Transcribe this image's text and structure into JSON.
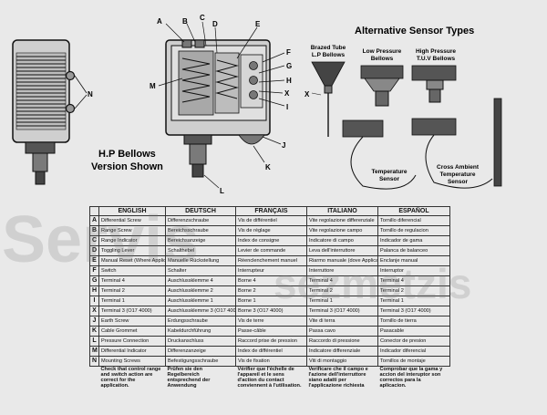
{
  "main_caption": [
    "H.P Bellows",
    "Version Shown"
  ],
  "alt_title": "Alternative Sensor Types",
  "sensor_labels": {
    "brazed": [
      "Brazed Tube",
      "L.P Bellows"
    ],
    "low": [
      "Low Pressure",
      "Bellows"
    ],
    "high": [
      "High Pressure",
      "T.U.V Bellows"
    ],
    "temp": [
      "Temperature",
      "Sensor"
    ],
    "cross": [
      "Cross Ambient",
      "Temperature",
      "Sensor"
    ]
  },
  "callouts": [
    "A",
    "B",
    "C",
    "D",
    "E",
    "F",
    "G",
    "H",
    "X",
    "I",
    "J",
    "K",
    "L",
    "M",
    "N"
  ],
  "watermark": [
    "Servis",
    "sezmetzis"
  ],
  "table": {
    "headers": [
      "ENGLISH",
      "DEUTSCH",
      "FRANÇAIS",
      "ITALIANO",
      "ESPAÑOL"
    ],
    "rows": [
      {
        "key": "A",
        "en": "Differential Screw",
        "de": "Differenzschraube",
        "fr": "Vis de différentiel",
        "it": "Vite regolazione differenziale",
        "es": "Tornillo diferencial"
      },
      {
        "key": "B",
        "en": "Range Screw",
        "de": "Bereichsschraube",
        "fr": "Vis de réglage",
        "it": "Vite regolazione campo",
        "es": "Tornillo de regulacion"
      },
      {
        "key": "C",
        "en": "Range Indicator",
        "de": "Bereichsanzeige",
        "fr": "Index de consigne",
        "it": "Indicatore di campo",
        "es": "Indicador de gama"
      },
      {
        "key": "D",
        "en": "Toggling Lever",
        "de": "Schalthebel",
        "fr": "Levier de commande",
        "it": "Leva dell'interruttore",
        "es": "Palanca de balanceo"
      },
      {
        "key": "E",
        "en": "Manual Reset (Where Applicable)",
        "de": "Manuelle Rückstellung",
        "fr": "Réenclenchement manuel",
        "it": "Riarmo manuale (dove Applicabile)",
        "es": "Enclanje manual"
      },
      {
        "key": "F",
        "en": "Switch",
        "de": "Schalter",
        "fr": "Interrupteur",
        "it": "Interruttore",
        "es": "Interruptor"
      },
      {
        "key": "G",
        "en": "Terminal 4",
        "de": "Auschlussklemme 4",
        "fr": "Borne 4",
        "it": "Terminal 4",
        "es": "Terminal 4"
      },
      {
        "key": "H",
        "en": "Terminal 2",
        "de": "Auschlussklemme 2",
        "fr": "Borne 2",
        "it": "Terminal 2",
        "es": "Terminal 2"
      },
      {
        "key": "I",
        "en": "Terminal 1",
        "de": "Auschlussklemme 1",
        "fr": "Borne 1",
        "it": "Terminal 1",
        "es": "Terminal 1"
      },
      {
        "key": "X",
        "en": "Terminal 3 (O17 4000)",
        "de": "Auschlussklemme 3 (O17 4000)",
        "fr": "Borne 3 (O17 4000)",
        "it": "Terminal 3 (O17 4000)",
        "es": "Terminal 3 (O17 4000)"
      },
      {
        "key": "J",
        "en": "Earth Screw",
        "de": "Erdungsschraube",
        "fr": "Vis de terre",
        "it": "Vite di terra",
        "es": "Tornillo de tierra"
      },
      {
        "key": "K",
        "en": "Cable Grommet",
        "de": "Kabeldurchführung",
        "fr": "Passe-câble",
        "it": "Passa cavo",
        "es": "Pasacable"
      },
      {
        "key": "L",
        "en": "Pressure Connection",
        "de": "Druckanschluss",
        "fr": "Raccord prise de pression",
        "it": "Raccordo di pressione",
        "es": "Conector de presion"
      },
      {
        "key": "M",
        "en": "Differential Indicator",
        "de": "Differenzanzeige",
        "fr": "Index de différentiel",
        "it": "Indicatore differenziale",
        "es": "Indicador diferencial"
      },
      {
        "key": "N",
        "en": "Mounting Screws",
        "de": "Befestigungsschraube",
        "fr": "Vis de fixation",
        "it": "Viti di montaggio",
        "es": "Tornillos de montaje"
      }
    ],
    "notes": {
      "en": "Check that control range and switch action are correct for the application.",
      "de": "Prüfen sie den Regelbereich entsprechend der Anwendung",
      "fr": "Vérifier que l'échelle de l'appareil et le sens d'action du contact conviennent à l'utilisation.",
      "it": "Verificare che il campo e l'azione dell'interruttore siano adatti per l'applicazione richiesta",
      "es": "Comprobar que la gama y accion del interuptor son correctos para la aplicacion."
    }
  }
}
